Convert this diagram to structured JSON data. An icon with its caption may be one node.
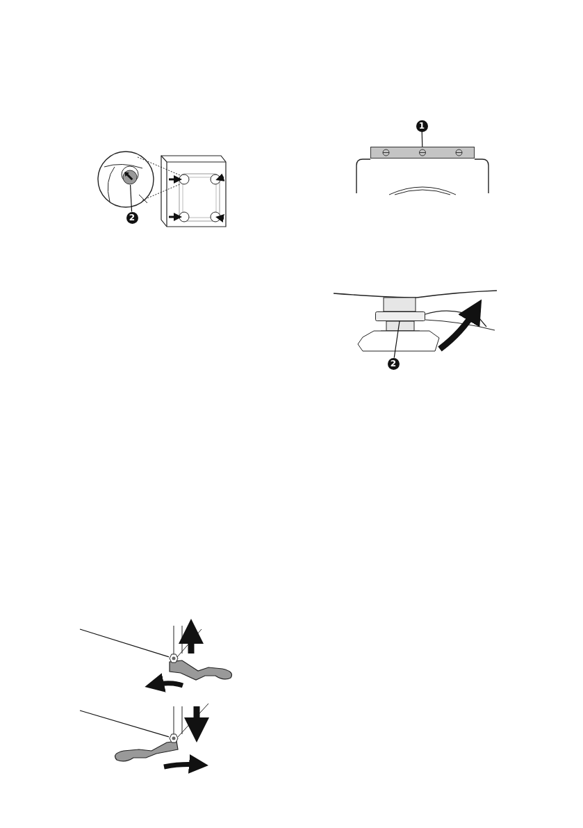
{
  "diagram": {
    "nodes": [
      {
        "text": [
          "2"
        ]
      },
      {
        "text": [],
        "shape": "picture"
      },
      {
        "text": [
          "1"
        ]
      },
      {
        "text": [],
        "shape": "bar"
      },
      {
        "text": [
          "2"
        ]
      },
      {
        "text": [],
        "shape": "box"
      },
      {
        "text": [],
        "shape": "picture"
      },
      {
        "text": [],
        "shape": "picture"
      }
    ],
    "edges": [
      {
        "from": 0,
        "to": 1,
        "arrow": "none"
      },
      {
        "from": 2,
        "to": 3,
        "arrow": "none"
      },
      {
        "from": 4,
        "to": 5,
        "arrow": "none"
      },
      {
        "from": null,
        "to": 6,
        "arrow": "none"
      },
      {
        "from": null,
        "to": 7,
        "arrow": "none"
      }
    ]
  }
}
